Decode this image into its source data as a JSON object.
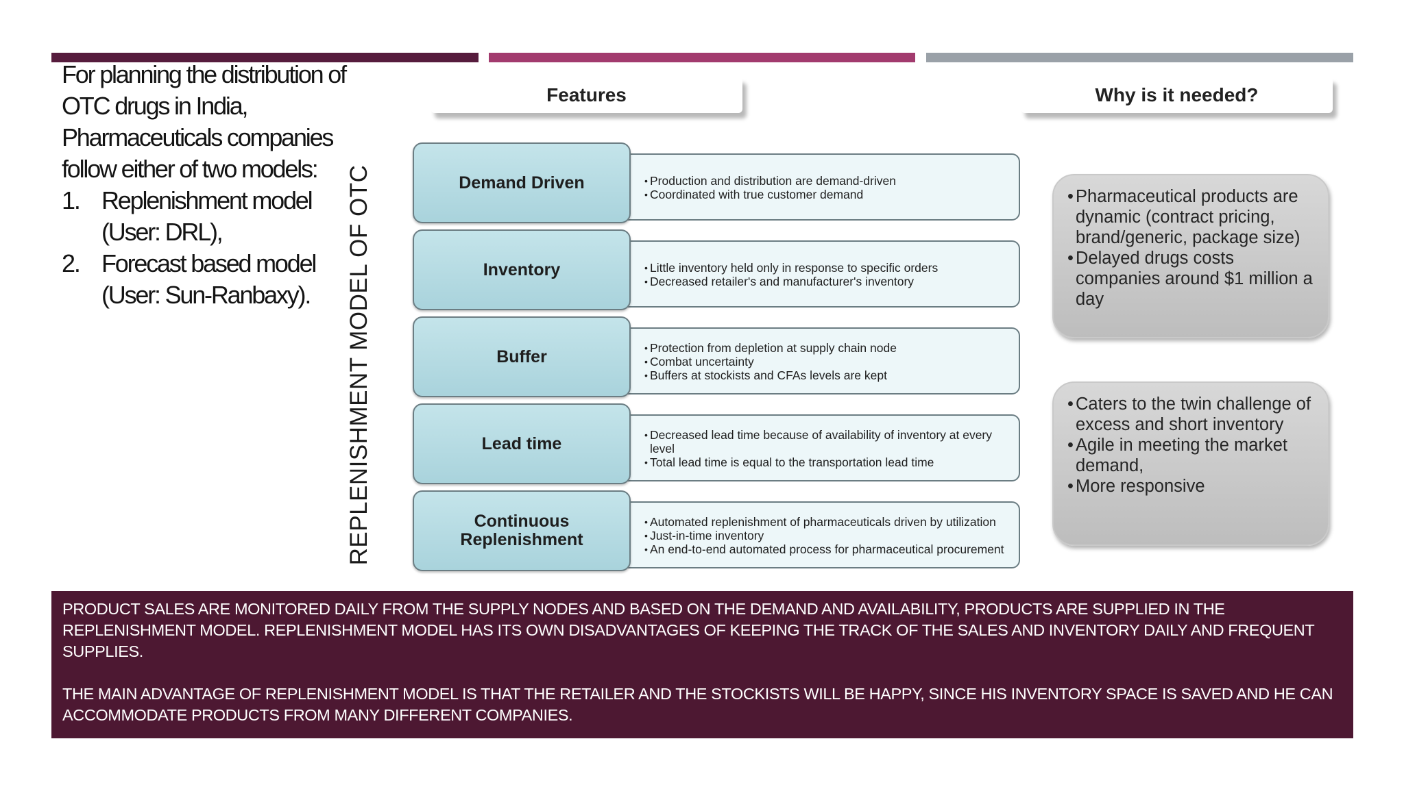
{
  "colors": {
    "bar1": "#561c3d",
    "bar2": "#a23b6e",
    "bar3": "#9aa1a8",
    "footer_bg": "#4d1832"
  },
  "intro": {
    "lead": "For planning the distribution of OTC drugs in India, Pharmaceuticals companies follow either of  two models:",
    "items": [
      {
        "num": "1.",
        "text": "Replenishment model (User: DRL),"
      },
      {
        "num": "2.",
        "text": "Forecast based model (User: Sun-Ranbaxy)."
      }
    ]
  },
  "vertical_title": "REPLENISHMENT MODEL OF OTC",
  "headers": {
    "features": "Features",
    "why": "Why is it needed?"
  },
  "rows": [
    {
      "label": "Demand Driven",
      "points": [
        "Production and distribution  are demand-driven",
        "Coordinated with true customer demand"
      ]
    },
    {
      "label": "Inventory",
      "points": [
        "Little inventory held only in response  to specific orders",
        "Decreased retailer's   and manufacturer's inventory"
      ]
    },
    {
      "label": "Buffer",
      "points": [
        "Protection from depletion at supply chain node",
        "Combat uncertainty",
        "Buffers at stockists and CFAs levels are kept"
      ]
    },
    {
      "label": "Lead time",
      "points": [
        "Decreased lead time because of availability  of inventory at every level",
        "Total lead time  is equal to the transportation lead time"
      ]
    },
    {
      "label": "Continuous Replenishment",
      "points": [
        "Automated replenishment of pharmaceuticals  driven by utilization",
        "Just-in-time inventory",
        "An end-to-end automated  process for pharmaceutical procurement"
      ]
    }
  ],
  "why": [
    {
      "points": [
        "Pharmaceutical products are dynamic (contract pricing, brand/generic, package size)",
        "Delayed drugs costs companies around $1 million a day"
      ]
    },
    {
      "points": [
        "Caters to the twin challenge of excess and short inventory",
        "Agile in meeting the market demand,",
        "More responsive"
      ]
    }
  ],
  "footer": {
    "p1": "PRODUCT SALES ARE MONITORED DAILY FROM THE SUPPLY NODES AND BASED ON THE DEMAND AND AVAILABILITY, PRODUCTS ARE SUPPLIED IN THE REPLENISHMENT MODEL.  REPLENISHMENT MODEL HAS ITS OWN DISADVANTAGES OF KEEPING THE TRACK OF THE SALES AND INVENTORY DAILY AND FREQUENT SUPPLIES.",
    "p2": "THE MAIN ADVANTAGE OF REPLENISHMENT MODEL IS THAT THE RETAILER AND THE STOCKISTS WILL BE HAPPY, SINCE HIS INVENTORY SPACE IS SAVED AND HE CAN ACCOMMODATE PRODUCTS FROM MANY DIFFERENT COMPANIES."
  }
}
